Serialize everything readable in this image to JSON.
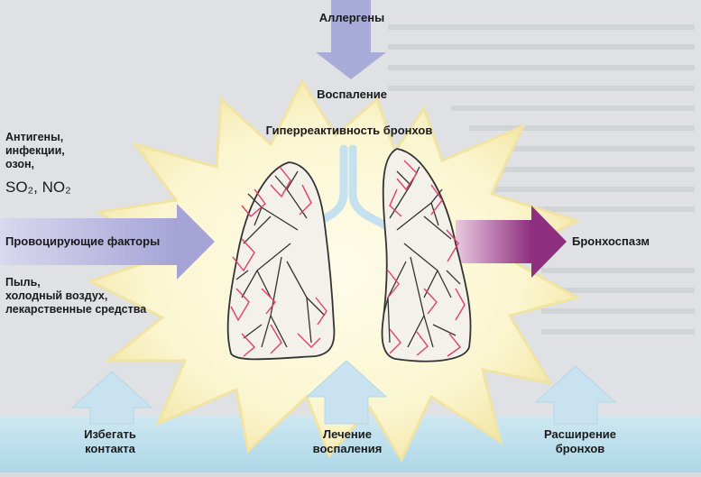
{
  "labels": {
    "allergens": "Аллергены",
    "inflammation": "Воспаление",
    "hyperreactivity": "Гиперреактивность бронхов",
    "antigens": [
      "Антигены,",
      "инфекции,",
      "озон,"
    ],
    "gases": "SO₂, NO₂",
    "provoking": "Провоцирующие факторы",
    "dust": [
      "Пыль,",
      "холодный воздух,",
      "лекарственные средства"
    ],
    "bronchospasm": "Бронхоспазм",
    "avoid": [
      "Избегать",
      "контакта"
    ],
    "treat": [
      "Лечение",
      "воспаления"
    ],
    "dilate": [
      "Расширение",
      "бронхов"
    ]
  },
  "colors": {
    "burst_fill": "#fbf7d2",
    "burst_glow": "#f6eab0",
    "allergen_arrow": "#a9acd9",
    "provoking_arrow": "#b7b5de",
    "bronchospasm_arrow": "#9a3f8c",
    "bottom_arrows": "#c8e2ef",
    "bottom_band": "#bfe0ec",
    "lung_red": "#e83c6a",
    "trachea": "#c6e1ee"
  }
}
